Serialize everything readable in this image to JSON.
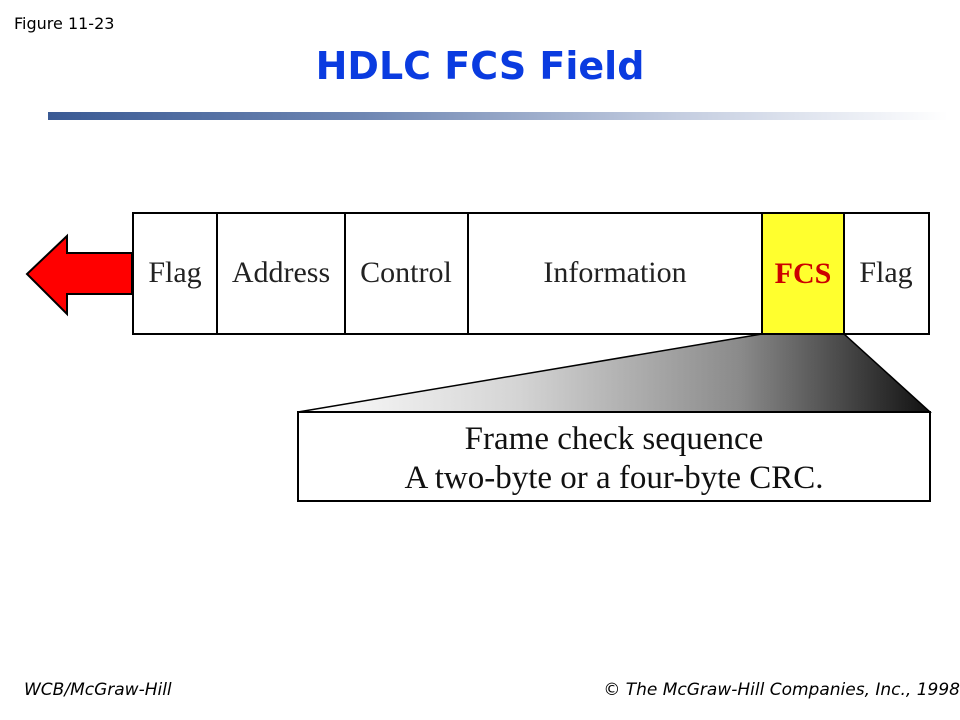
{
  "figure_label": "Figure 11-23",
  "title": "HDLC FCS Field",
  "frame": {
    "fields": [
      {
        "label": "Flag",
        "highlight": false
      },
      {
        "label": "Address",
        "highlight": false
      },
      {
        "label": "Control",
        "highlight": false
      },
      {
        "label": "Information",
        "highlight": false
      },
      {
        "label": "FCS",
        "highlight": true
      },
      {
        "label": "Flag",
        "highlight": false
      }
    ],
    "direction_arrow": "left-arrow"
  },
  "callout": {
    "line1": "Frame check sequence",
    "line2": "A two-byte or a four-byte CRC."
  },
  "footer": {
    "left": "WCB/McGraw-Hill",
    "right": "© The McGraw-Hill Companies, Inc., 1998"
  },
  "colors": {
    "title": "#0a3be0",
    "fcs_fill": "#ffff2e",
    "fcs_text": "#cc0000",
    "arrow_fill": "#ff0000"
  }
}
